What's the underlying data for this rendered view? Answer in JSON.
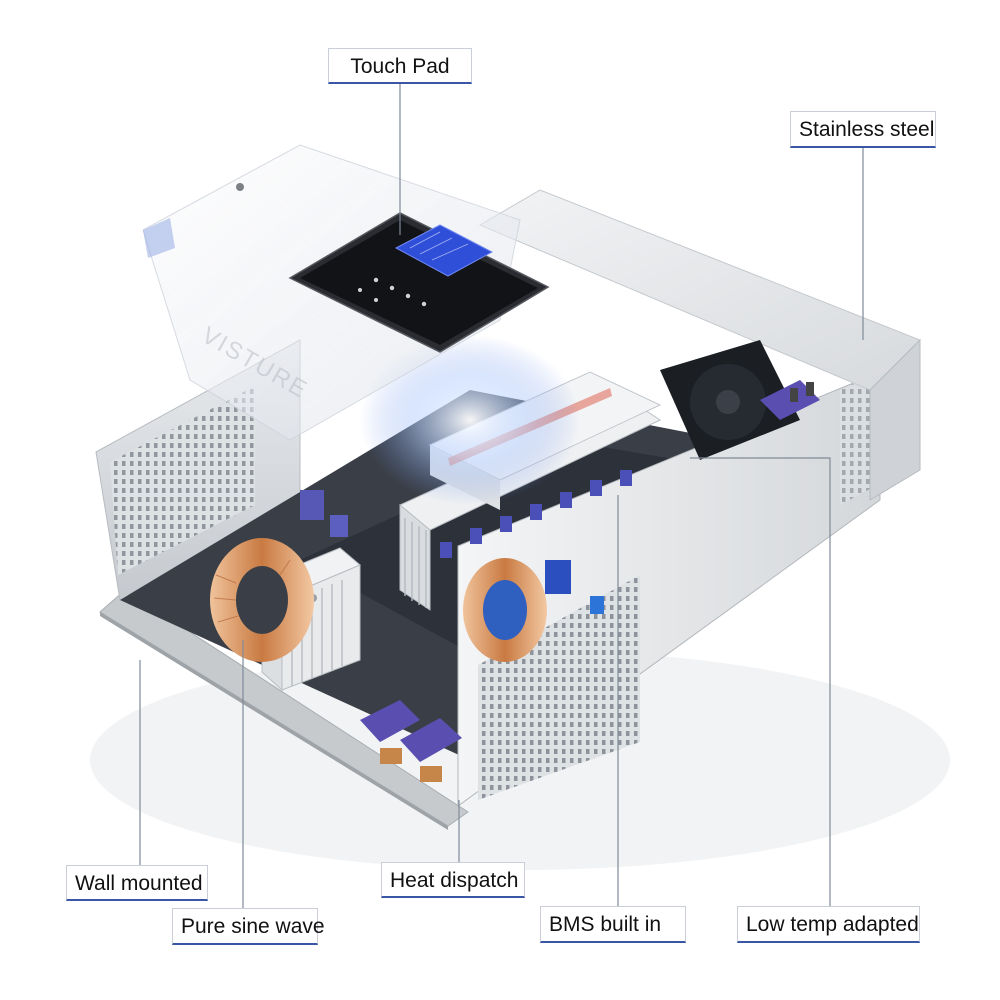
{
  "callouts": {
    "touch_pad": "Touch Pad",
    "stainless_steel": "Stainless steel",
    "wall_mounted": "Wall mounted",
    "heat_dispatch": "Heat dispatch",
    "pure_sine_wave": "Pure sine wave",
    "bms_built_in": "BMS built in",
    "low_temp_adapted": "Low temp adapted"
  },
  "watermark": "VISTURE",
  "colors": {
    "callout_underline": "#3a57a6",
    "lcd_screen": "#2f4fd8",
    "capacitor": "#4b4fb8",
    "copper": "#d08a55",
    "case_metal": "#d9dcdf"
  }
}
